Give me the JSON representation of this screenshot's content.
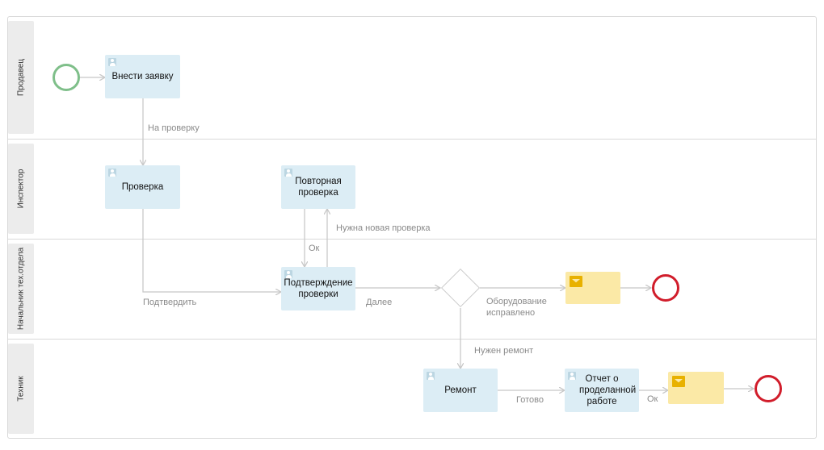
{
  "lanes": [
    {
      "label": "Продавец"
    },
    {
      "label": "Инспектор"
    },
    {
      "label": "Начальник тех.отдела"
    },
    {
      "label": "Техник"
    }
  ],
  "tasks": {
    "submit_request": "Внести заявку",
    "check": "Проверка",
    "recheck": "Повторная проверка",
    "confirm_check": "Подтверждение проверки",
    "repair": "Ремонт",
    "work_report": "Отчет о проделанной работе"
  },
  "flows": {
    "to_check": "На проверку",
    "confirm": "Подтвердить",
    "new_check_needed": "Нужна новая проверка",
    "ok_recheck": "Ок",
    "next": "Далее",
    "equipment_fixed": "Оборудование исправлено",
    "repair_needed": "Нужен ремонт",
    "done": "Готово",
    "ok_report": "Ок"
  },
  "colors": {
    "task_fill": "#dcedf5",
    "message_fill": "#fbe9a6",
    "envelope": "#e8b100",
    "start_event": "#7fbf8a",
    "end_event": "#d11d2b",
    "wire": "#c8c8c8",
    "lane_header": "#ececec"
  },
  "icons": {
    "task": "user-icon",
    "message": "envelope-icon"
  }
}
